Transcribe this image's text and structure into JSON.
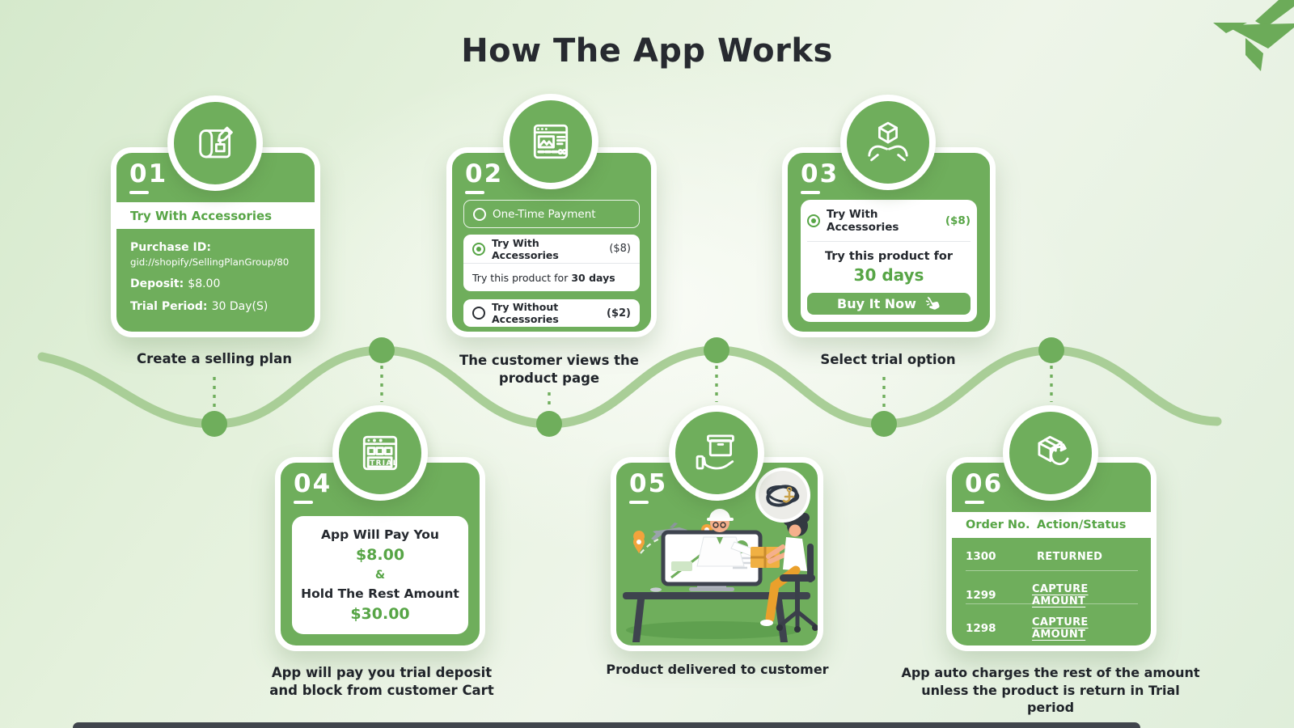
{
  "title": "How The App Works",
  "colors": {
    "card_green": "#6FAE5C",
    "accent_green": "#57A546",
    "wave_green": "#A9CE97",
    "dark_text": "#24282E"
  },
  "logo": {
    "name": "arrow-bird-logo"
  },
  "steps": [
    {
      "number": "01",
      "icon": "selling-plan-blueprint-icon",
      "caption_lines": [
        "Create a selling plan"
      ],
      "heading": "Try With Accessories",
      "fields": [
        {
          "label": "Purchase ID:",
          "value": "gid://shopify/SellingPlanGroup/80"
        },
        {
          "label": "Deposit:",
          "value": "$8.00"
        },
        {
          "label": "Trial Period:",
          "value": "30 Day(S)"
        }
      ]
    },
    {
      "number": "02",
      "icon": "product-page-icon",
      "caption_lines": [
        "The customer views the",
        "product page"
      ],
      "options": {
        "one_time": {
          "label": "One-Time Payment",
          "selected": false
        },
        "with_acc": {
          "label": "Try With Accessories",
          "price": "($8)",
          "selected": true,
          "sub_text": "Try this product for ",
          "sub_bold": "30 days"
        },
        "without_acc": {
          "label": "Try Without Accessories",
          "price": "($2)",
          "selected": false
        }
      }
    },
    {
      "number": "03",
      "icon": "hands-holding-box-icon",
      "caption_lines": [
        "Select trial option"
      ],
      "option": {
        "label": "Try With Accessories",
        "price": "($8)",
        "selected": true
      },
      "trial_text": "Try this product for",
      "trial_days": "30 days",
      "button_label": "Buy It Now"
    },
    {
      "number": "04",
      "icon": "trial-browser-icon",
      "icon_text": "TRIAL",
      "caption_lines": [
        "App will pay you trial deposit",
        "and block from customer Cart"
      ],
      "panel_lines": [
        "App Will Pay You",
        "$8.00",
        "&",
        "Hold The Rest Amount",
        "$30.00"
      ]
    },
    {
      "number": "05",
      "icon": "hand-delivery-box-icon",
      "caption_lines": [
        "Product delivered to customer"
      ]
    },
    {
      "number": "06",
      "icon": "return-box-icon",
      "caption_lines": [
        "App auto charges the rest of the amount",
        "unless the product is return in Trial period"
      ],
      "table": {
        "headers": [
          "Order No.",
          "Action/Status"
        ],
        "rows": [
          {
            "order": "1300",
            "status": "RETURNED",
            "link": false
          },
          {
            "order": "1299",
            "status": "CAPTURE AMOUNT",
            "link": true
          },
          {
            "order": "1298",
            "status": "CAPTURE AMOUNT",
            "link": true
          }
        ]
      }
    }
  ]
}
